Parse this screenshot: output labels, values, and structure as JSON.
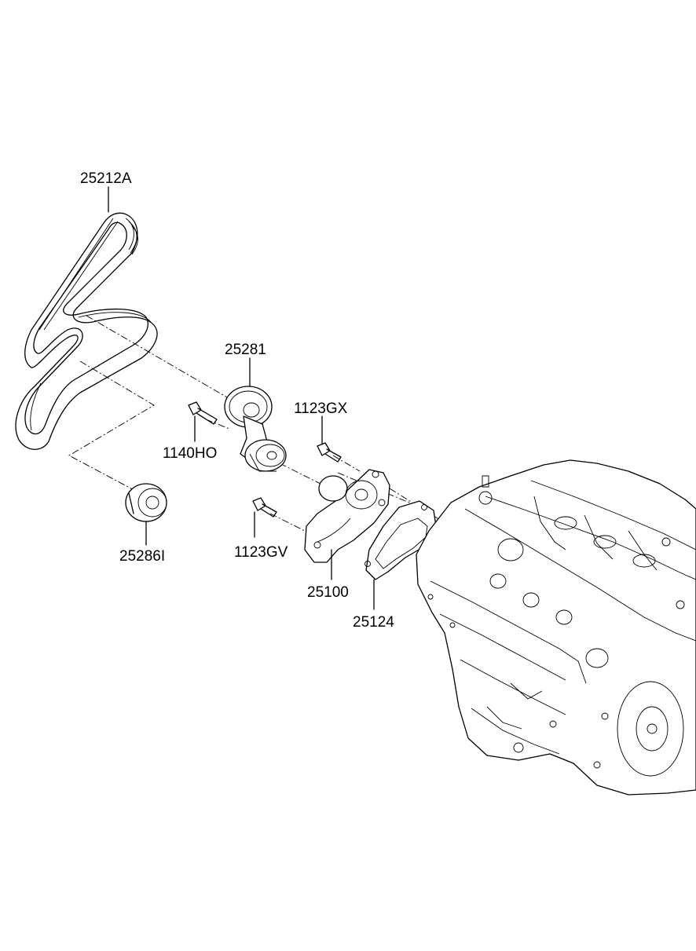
{
  "parts": [
    {
      "id": "belt",
      "number": "25212A"
    },
    {
      "id": "tensioner",
      "number": "25281"
    },
    {
      "id": "tensioner-bolt",
      "number": "1140HO"
    },
    {
      "id": "idler-pulley",
      "number": "25286I"
    },
    {
      "id": "pump-bolt-upper",
      "number": "1123GX"
    },
    {
      "id": "pump-bolt-lower",
      "number": "1123GV"
    },
    {
      "id": "water-pump",
      "number": "25100"
    },
    {
      "id": "pump-gasket",
      "number": "25124"
    }
  ]
}
